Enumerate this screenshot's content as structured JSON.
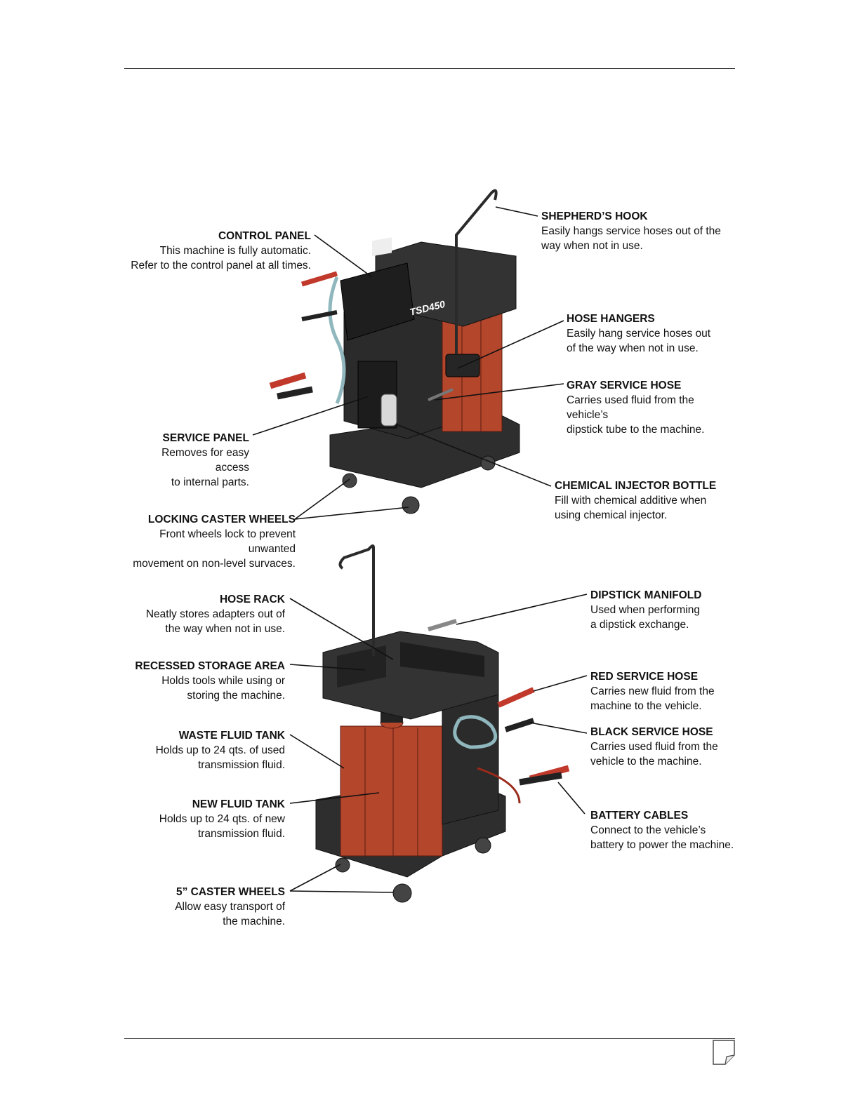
{
  "callouts": {
    "shepherds_hook": {
      "title": "SHEPHERD’S HOOK",
      "desc": "Easily hangs service hoses out of the\nway when not in use."
    },
    "control_panel": {
      "title": "CONTROL PANEL",
      "desc": "This machine is fully automatic.\nRefer to the control panel at all times."
    },
    "hose_hangers": {
      "title": "HOSE HANGERS",
      "desc": "Easily hang service hoses out\nof the way when not in use."
    },
    "gray_service_hose": {
      "title": "GRAY SERVICE HOSE",
      "desc": "Carries used fluid from the vehicle’s\ndipstick tube to the machine."
    },
    "service_panel": {
      "title": "SERVICE PANEL",
      "desc": "Removes for easy access\nto internal parts."
    },
    "chemical_injector_bottle": {
      "title": "CHEMICAL INJECTOR BOTTLE",
      "desc": "Fill with chemical additive when\nusing chemical injector."
    },
    "locking_caster_wheels": {
      "title": "LOCKING CASTER WHEELS",
      "desc": "Front wheels lock to prevent unwanted\nmovement on non-level survaces."
    },
    "dipstick_manifold": {
      "title": "DIPSTICK MANIFOLD",
      "desc": "Used when performing\na dipstick exchange."
    },
    "hose_rack": {
      "title": "HOSE RACK",
      "desc": "Neatly stores adapters out of\nthe way when not in use."
    },
    "recessed_storage_area": {
      "title": "RECESSED STORAGE AREA",
      "desc": "Holds tools while using or\nstoring the machine."
    },
    "red_service_hose": {
      "title": "RED SERVICE HOSE",
      "desc": "Carries new fluid from the\nmachine to the vehicle."
    },
    "black_service_hose": {
      "title": "BLACK SERVICE HOSE",
      "desc": "Carries used fluid from the\nvehicle to the machine."
    },
    "waste_fluid_tank": {
      "title": "WASTE FLUID TANK",
      "desc": "Holds up to 24 qts. of used\ntransmission fluid."
    },
    "new_fluid_tank": {
      "title": "NEW FLUID TANK",
      "desc": "Holds up to 24 qts. of new\ntransmission fluid."
    },
    "battery_cables": {
      "title": "BATTERY CABLES",
      "desc": "Connect to the vehicle’s\nbattery to power the machine."
    },
    "caster_wheels_5in": {
      "title": "5” CASTER WHEELS",
      "desc": "Allow easy transport of\nthe machine."
    }
  },
  "machine": {
    "model_label": "TSD450"
  },
  "colors": {
    "tank": "#b4462c",
    "body": "#2c2c2c",
    "hose_blue": "#8fb7bd",
    "hose_red": "#c0392b"
  }
}
